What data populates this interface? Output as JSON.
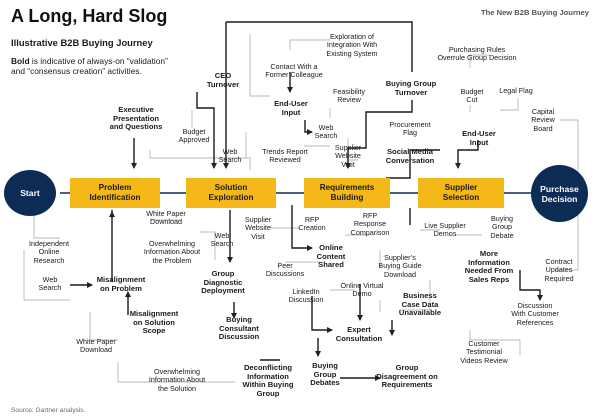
{
  "header": {
    "title": "A Long, Hard Slog",
    "subtitle": "Illustrative B2B Buying Journey",
    "note_bold": "Bold",
    "note_rest": " is indicative of always-on “validation” and “consensus creation” activities.",
    "brand": "The New B2B Buying Journey"
  },
  "source": "Source: Gartner analysis.",
  "colors": {
    "stage": "#f5b819",
    "endpoint": "#0c2b55",
    "line": "#222222",
    "grey_line": "#b9b9b9"
  },
  "endpoints": {
    "start": "Start",
    "end": "Purchase\nDecision"
  },
  "stages": [
    "Problem\nIdentification",
    "Solution\nExploration",
    "Requirements\nBuilding",
    "Supplier\nSelection"
  ],
  "labels": {
    "exec_pres": "Executive\nPresentation\nand Questions",
    "ceo_turnover": "CEO\nTurnover",
    "budget_approved": "Budget\nApproved",
    "web_search_1": "Web\nSearch",
    "white_paper_1": "White Paper\nDownload",
    "exploration_integration": "Exploration of\nIntegration With\nExisting System",
    "contact_former": "Contact With a\nFormer Colleague",
    "end_user_input_1": "End-User\nInput",
    "feasibility_review": "Feasibility\nReview",
    "web_search_2": "Web\nSearch",
    "trends_report": "Trends Report\nReviewed",
    "supplier_visit_1": "Supplier\nWebsite\nVisit",
    "buying_group_turnover": "Buying Group\nTurnover",
    "purchasing_rules": "Purchasing Rules\nOverrule Group Decision",
    "budget_cut": "Budget\nCut",
    "legal_flag": "Legal Flag",
    "procurement_flag": "Procurement\nFlag",
    "end_user_input_2": "End-User\nInput",
    "capital_review": "Capital\nReview\nBoard",
    "social_media": "Social Media\nConversation",
    "independent_research": "Independent\nOnline\nResearch",
    "overwhelming_1": "Overwhelming\nInformation About\nthe Problem",
    "web_search_3": "Web\nSearch",
    "supplier_visit_2": "Supplier\nWebsite\nVisit",
    "rfp_creation": "RFP\nCreation",
    "rfp_response": "RFP\nResponse\nComparison",
    "live_demos": "Live Supplier\nDemos",
    "buying_group_debate": "Buying\nGroup\nDebate",
    "online_content": "Online\nContent\nShared",
    "web_search_4": "Web\nSearch",
    "misalignment_problem": "Misalignment\non Problem",
    "group_diagnostic": "Group\nDiagnostic\nDeployment",
    "peer_discussions": "Peer\nDiscussions",
    "guide_download": "Supplier’s\nBuying Guide\nDownload",
    "more_info": "More\nInformation\nNeeded From\nSales Reps",
    "contract_updates": "Contract\nUpdates\nRequired",
    "linkedin": "LinkedIn\nDiscussion",
    "online_demo": "Online Virtual\nDemo",
    "business_case": "Business\nCase Data\nUnavailable",
    "misalignment_solution": "Misalignment\non Solution\nScope",
    "buying_consultant": "Buying\nConsultant\nDiscussion",
    "expert_consult": "Expert\nConsultation",
    "discussion_refs": "Discussion\nWith Customer\nReferences",
    "white_paper_2": "White Paper\nDownload",
    "testimonial": "Customer\nTestimonial\nVideos Review",
    "overwhelming_2": "Overwhelming\nInformation About\nthe Solution",
    "deconflicting": "Deconflicting\nInformation\nWithin Buying\nGroup",
    "buying_group_debates": "Buying\nGroup\nDebates",
    "group_disagreement": "Group\nDisagreement on\nRequirements"
  }
}
